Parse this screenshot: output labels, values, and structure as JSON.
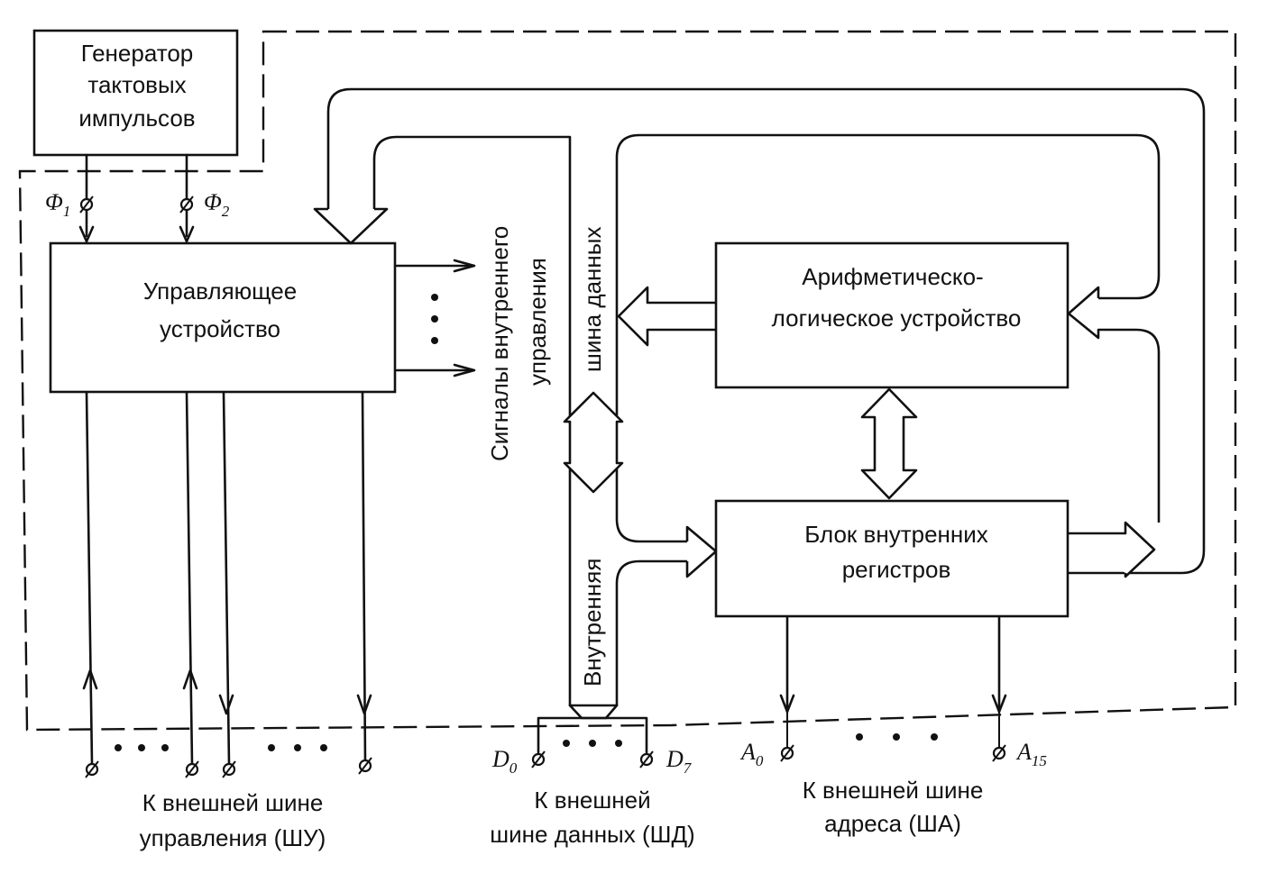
{
  "blocks": {
    "clock_generator": [
      "Генератор",
      "тактовых",
      "импульсов"
    ],
    "control_unit": [
      "Управляющее",
      "устройство"
    ],
    "alu": [
      "Арифметическо-",
      "логическое устройство"
    ],
    "register_block": [
      "Блок внутренних",
      "регистров"
    ]
  },
  "vertical_labels": {
    "internal_control_signals": [
      "Сигналы внутреннего",
      "управления"
    ],
    "internal_data_bus_top": "шина данных",
    "internal_data_bus_bottom": "Внутренняя"
  },
  "clock_phases": {
    "phi1": {
      "base": "Φ",
      "sub": "1"
    },
    "phi2": {
      "base": "Φ",
      "sub": "2"
    }
  },
  "terminals": {
    "d0": {
      "base": "D",
      "sub": "0"
    },
    "d7": {
      "base": "D",
      "sub": "7"
    },
    "a0": {
      "base": "A",
      "sub": "0"
    },
    "a15": {
      "base": "A",
      "sub": "15"
    }
  },
  "bus_captions": {
    "control_bus": [
      "К внешней шине",
      "управления  (ШУ)"
    ],
    "data_bus": [
      "К внешней",
      "шине данных  (ШД)"
    ],
    "address_bus": [
      "К внешней шине",
      "адреса  (ША)"
    ]
  }
}
